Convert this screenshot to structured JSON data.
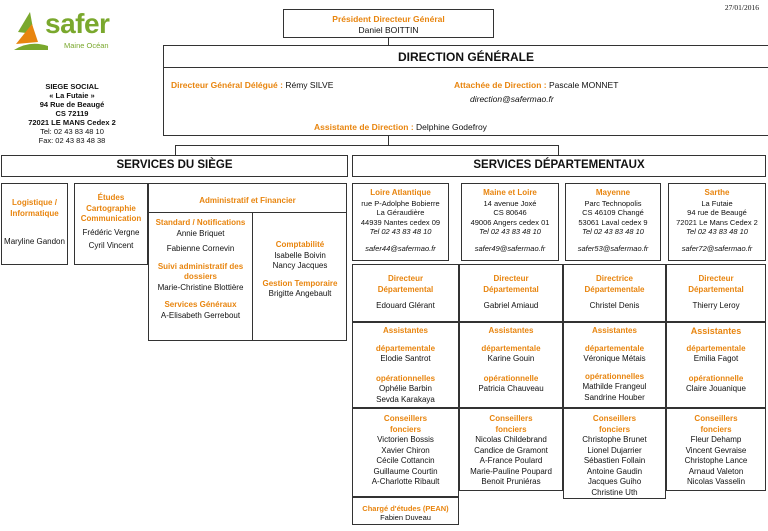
{
  "date": "27/01/2016",
  "logo": {
    "name": "safer",
    "tagline": "Maine Océan"
  },
  "siege": {
    "lines_bold": [
      "SIEGE SOCIAL",
      "« La Futaie »",
      "94 Rue de Beaugé",
      "CS 72119",
      "72021  LE MANS Cedex 2"
    ],
    "tel": "Tel: 02 43 83 48 10",
    "fax": "Fax: 02 43 83 48 38"
  },
  "president": {
    "role": "Président Directeur Général",
    "name": "Daniel BOITTIN"
  },
  "direction_generale": {
    "title": "DIRECTION GÉNÉRALE",
    "dgd_role": "Directeur Général Délégué :",
    "dgd_name": "Rémy SILVE",
    "attachee_role": "Attachée de Direction :",
    "attachee_name": "Pascale MONNET",
    "attachee_email": "direction@safermao.fr",
    "assistante_role": "Assistante de Direction :",
    "assistante_name": "Delphine Godefroy"
  },
  "services_siege": {
    "title": "SERVICES DU SIÈGE",
    "logistique": {
      "title_lines": [
        "Logistique /",
        "Informatique"
      ],
      "name": "Maryline Gandon"
    },
    "etudes": {
      "title_lines": [
        "Études",
        "Cartographie",
        "Communication"
      ],
      "names": [
        "Frédéric Vergne",
        "Cyril Vincent"
      ]
    },
    "admin": {
      "title": "Administratif et Financier",
      "standard_title": "Standard / Notifications",
      "standard_names": [
        "Annie Briquet",
        "Fabienne Cornevin"
      ],
      "suivi_title_lines": [
        "Suivi administratif des",
        "dossiers"
      ],
      "suivi_name": "Marie-Christine Blottière",
      "generaux_title": "Services Généraux",
      "generaux_name": "A-Elisabeth Gerrebout",
      "compta_title": "Comptabilité",
      "compta_names": [
        "Isabelle Boivin",
        "Nancy Jacques"
      ],
      "gestion_title": "Gestion Temporaire",
      "gestion_name": "Brigitte Angebault"
    }
  },
  "services_dep": {
    "title": "SERVICES DÉPARTEMENTAUX",
    "departments": [
      {
        "name": "Loire Atlantique",
        "address": [
          "rue P-Adolphe Bobierre",
          "La Géraudière",
          "44939 Nantes cedex 09"
        ],
        "tel": "Tel 02 43 83 48 10",
        "email": "safer44@safermao.fr",
        "director_title_lines": [
          "Directeur",
          "Départemental"
        ],
        "director": "Edouard Glérant",
        "assist_title": "Assistantes",
        "assist_dep_title": "départementale",
        "assist_dep": [
          "Elodie Santrot"
        ],
        "assist_op_title": "opérationnelles",
        "assist_op": [
          "Ophélie Barbin",
          "Sevda Karakaya"
        ],
        "conseillers_title_lines": [
          "Conseillers",
          "fonciers"
        ],
        "conseillers": [
          "Victorien Bossis",
          "Xavier Chiron",
          "Cécile Cottancin",
          "Guillaume Courtin",
          "A-Charlotte Ribault"
        ],
        "charge_title": "Chargé d'études (PEAN)",
        "charge_name": "Fabien Duveau"
      },
      {
        "name": "Maine et Loire",
        "address": [
          "14 avenue Joxé",
          "CS  80646",
          "49006 Angers cedex 01"
        ],
        "tel": "Tel 02 43 83 48 10",
        "email": "safer49@safermao.fr",
        "director_title_lines": [
          "Directeur",
          "Départemental"
        ],
        "director": "Gabriel Amiaud",
        "assist_title": "Assistantes",
        "assist_dep_title": "départementale",
        "assist_dep": [
          "Karine Gouin"
        ],
        "assist_op_title": "opérationnelle",
        "assist_op": [
          "Patricia Chauveau"
        ],
        "conseillers_title_lines": [
          "Conseillers",
          "fonciers"
        ],
        "conseillers": [
          "Nicolas Childebrand",
          "Candice de Gramont",
          "A-France Poulard",
          "Marie-Pauline Poupard",
          "Benoit Pruniéras"
        ]
      },
      {
        "name": "Mayenne",
        "address": [
          "Parc Technopolis",
          "CS 46109 Changé",
          "53061 Laval cedex 9"
        ],
        "tel": "Tel 02 43 83 48 10",
        "email": "safer53@safermao.fr",
        "director_title_lines": [
          "Directrice",
          "Départementale"
        ],
        "director": "Christel Denis",
        "assist_title": "Assistantes",
        "assist_dep_title": "départementale",
        "assist_dep": [
          "Véronique Métais"
        ],
        "assist_op_title": "opérationnelles",
        "assist_op": [
          "Mathilde Frangeul",
          "Sandrine Houber"
        ],
        "conseillers_title_lines": [
          "Conseillers",
          "fonciers"
        ],
        "conseillers": [
          "Christophe Brunet",
          "Lionel Dujarrier",
          "Sébastien Follain",
          "Antoine Gaudin",
          "Jacques Guiho",
          "Christine Uth"
        ]
      },
      {
        "name": "Sarthe",
        "address": [
          "La Futaie",
          "94 rue de Beaugé",
          "72021 Le Mans Cedex 2"
        ],
        "tel": "Tel 02 43 83 48 10",
        "email": "safer72@safermao.fr",
        "director_title_lines": [
          "Directeur",
          "Départemental"
        ],
        "director": "Thierry Leroy",
        "assist_title": "Assistantes",
        "assist_dep_title": "départementale",
        "assist_dep": [
          "Emilia Fagot"
        ],
        "assist_op_title": "opérationnelle",
        "assist_op": [
          "Claire Jouanique"
        ],
        "conseillers_title_lines": [
          "Conseillers",
          "fonciers"
        ],
        "conseillers": [
          "Fleur Dehamp",
          "Vincent Gevraise",
          "Christophe Lance",
          "Arnaud Valeton",
          "Nicolas Vasselin"
        ]
      }
    ]
  },
  "colors": {
    "accent": "#e8850f",
    "brand": "#7aa82d",
    "line": "#333333"
  }
}
